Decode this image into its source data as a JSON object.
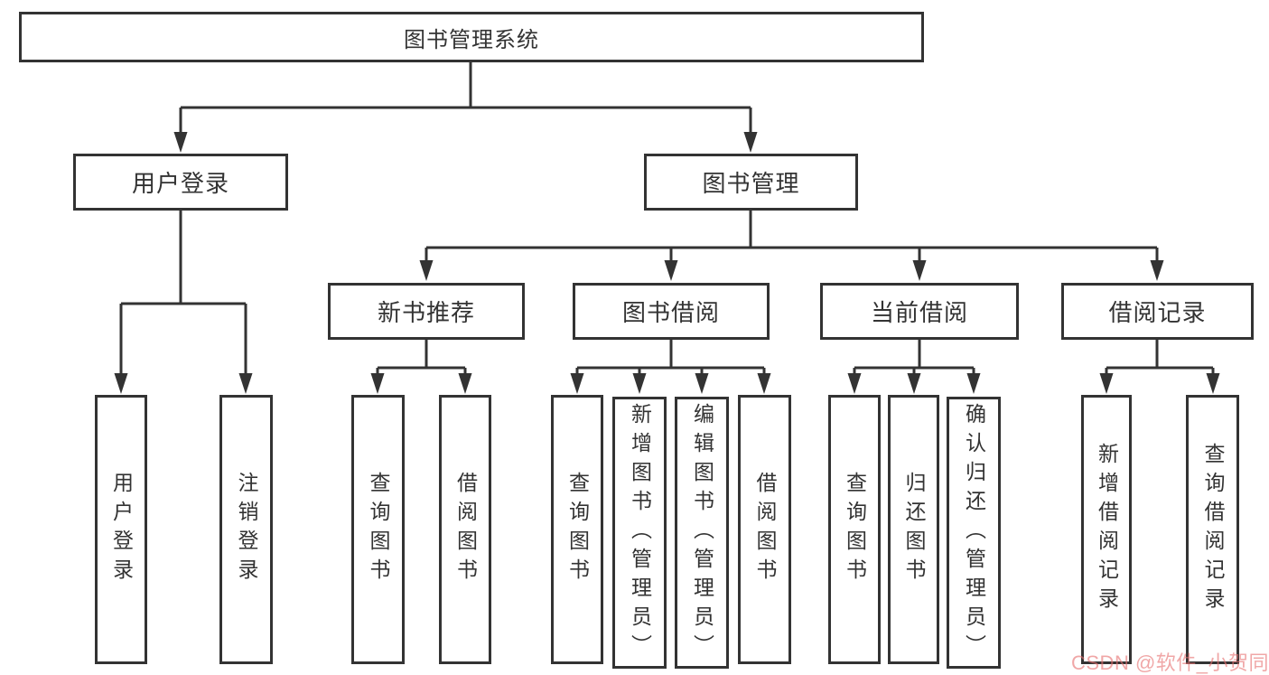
{
  "diagram": {
    "type": "hierarchy-tree",
    "title": "图书管理系统",
    "colors": {
      "line": "#333333",
      "box_border": "#333333",
      "box_background": "#ffffff",
      "text": "#333333",
      "canvas_background": "#ffffff",
      "watermark": "#e77171"
    }
  },
  "nodes": {
    "root": {
      "label": "图书管理系统"
    },
    "user_login": {
      "label": "用户登录"
    },
    "book_mgmt": {
      "label": "图书管理"
    },
    "new_book_rec": {
      "label": "新书推荐"
    },
    "book_borrow": {
      "label": "图书借阅"
    },
    "current_borrow": {
      "label": "当前借阅"
    },
    "borrow_records": {
      "label": "借阅记录"
    },
    "leaf_user_login": {
      "label": "用户登录"
    },
    "leaf_logout": {
      "label": "注销登录"
    },
    "leaf_query_book_rec": {
      "label": "查询图书"
    },
    "leaf_borrow_book_rec": {
      "label": "借阅图书"
    },
    "leaf_query_book_bor": {
      "label": "查询图书"
    },
    "leaf_add_book": {
      "label": "新增图书（管理员）"
    },
    "leaf_edit_book": {
      "label": "编辑图书（管理员）"
    },
    "leaf_borrow_book_bor": {
      "label": "借阅图书"
    },
    "leaf_query_book_cur": {
      "label": "查询图书"
    },
    "leaf_return_book": {
      "label": "归还图书"
    },
    "leaf_confirm_return": {
      "label": "确认归还（管理员）"
    },
    "leaf_add_record": {
      "label": "新增借阅记录"
    },
    "leaf_query_record": {
      "label": "查询借阅记录"
    }
  },
  "hierarchy": {
    "图书管理系统": {
      "用户登录": [
        "用户登录",
        "注销登录"
      ],
      "图书管理": {
        "新书推荐": [
          "查询图书",
          "借阅图书"
        ],
        "图书借阅": [
          "查询图书",
          "新增图书（管理员）",
          "编辑图书（管理员）",
          "借阅图书"
        ],
        "当前借阅": [
          "查询图书",
          "归还图书",
          "确认归还（管理员）"
        ],
        "借阅记录": [
          "新增借阅记录",
          "查询借阅记录"
        ]
      }
    }
  },
  "watermark": {
    "text": "CSDN @软件_小贺同学"
  }
}
